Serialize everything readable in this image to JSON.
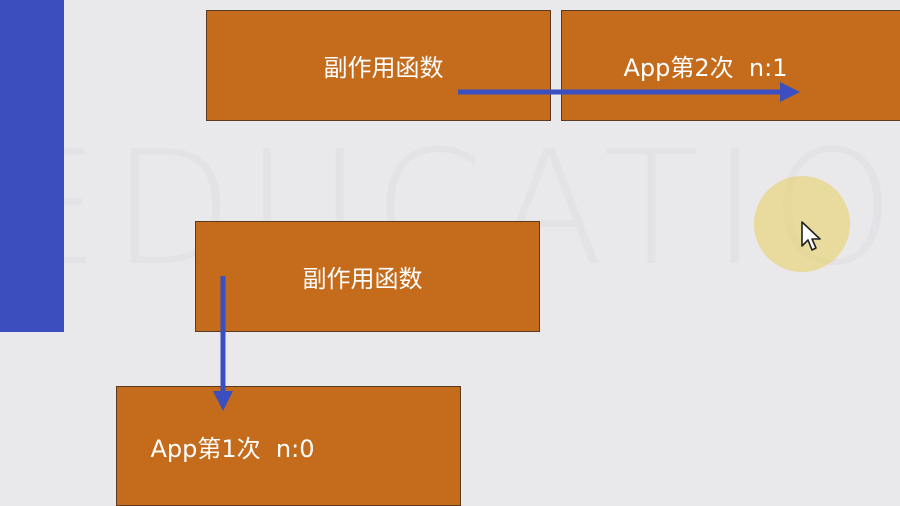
{
  "watermark": {
    "text": "EDUCATION"
  },
  "boxes": {
    "effect_top": "副作用函数",
    "app_second": "App第2次  n:1",
    "effect_mid": "副作用函数",
    "app_first": "App第1次  n:0"
  },
  "colors": {
    "box_fill": "#c46b1c",
    "arrow": "#3b4fc0",
    "side_bar": "#3c4dbd",
    "background": "#e9e8ea"
  }
}
